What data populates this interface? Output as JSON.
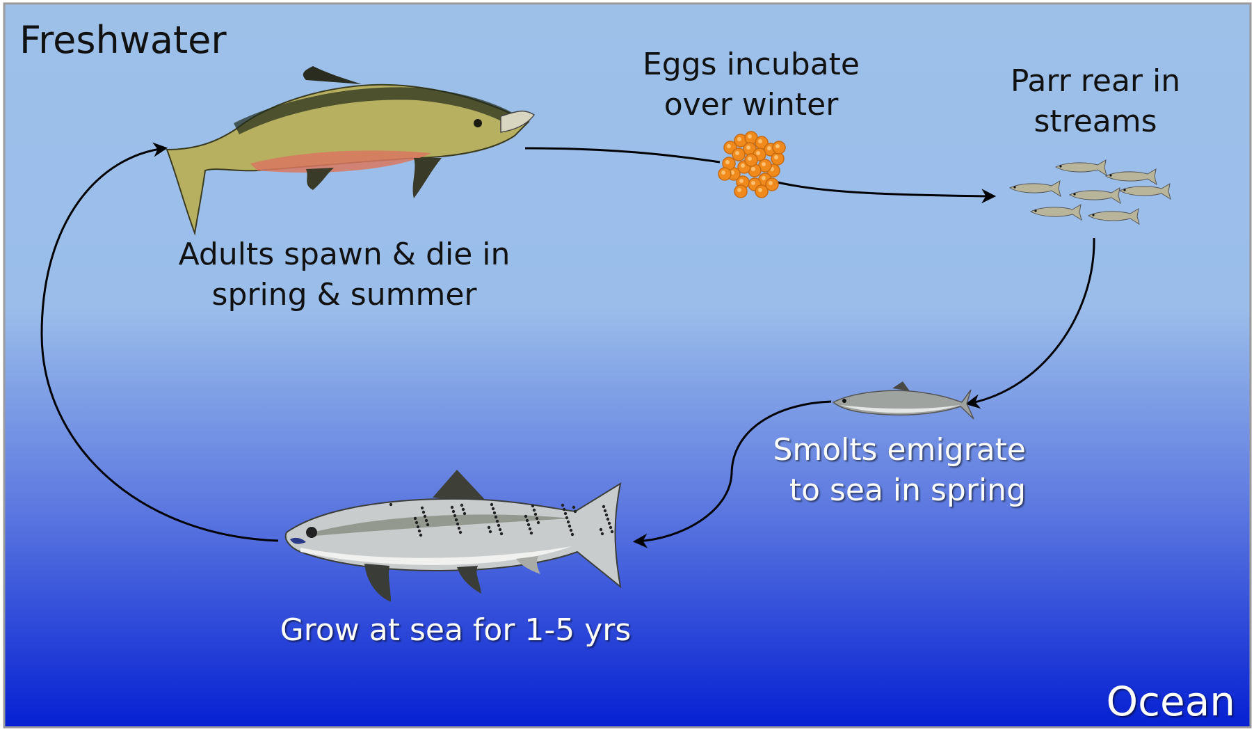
{
  "colors": {
    "freshwater_top": "#9DC0E9",
    "freshwater_mid": "#9ABDEA",
    "ocean_mid": "#5C78E0",
    "ocean_bottom": "#0520D2",
    "arrow": "#000000",
    "egg": "#F08A1C",
    "adult_body": "#B7B061",
    "adult_belly": "#D97860",
    "ocean_fish_body": "#C8CCCC",
    "border": "#9A9A9A"
  },
  "zones": {
    "freshwater": "Freshwater",
    "ocean": "Ocean"
  },
  "stages": {
    "adults": {
      "line1": "Adults spawn & die in",
      "line2": "spring & summer",
      "icon": "spawning-salmon"
    },
    "eggs": {
      "line1": "Eggs incubate",
      "line2": "over winter",
      "icon": "egg-cluster"
    },
    "parr": {
      "line1": "Parr rear in",
      "line2": "streams",
      "icon": "parr-school"
    },
    "smolts": {
      "line1": "Smolts emigrate",
      "line2": "to sea in spring",
      "icon": "smolt-fish"
    },
    "ocean_adult": {
      "line1": "Grow at sea for 1-5 yrs",
      "icon": "ocean-salmon"
    }
  }
}
